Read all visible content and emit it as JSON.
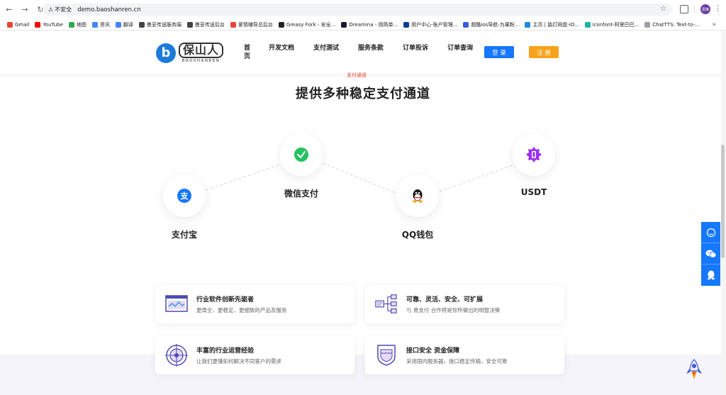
{
  "browser": {
    "security_label": "不安全",
    "url": "demo.baoshanren.cn",
    "profile_label": "思维"
  },
  "bookmarks": [
    {
      "label": "Gmail",
      "color": "#ea4335"
    },
    {
      "label": "YouTube",
      "color": "#ff0000"
    },
    {
      "label": "地图",
      "color": "#34a853"
    },
    {
      "label": "资讯",
      "color": "#4285f4"
    },
    {
      "label": "翻译",
      "color": "#4285f4"
    },
    {
      "label": "曼妥传送服务端",
      "color": "#444444"
    },
    {
      "label": "曼妥传送后台",
      "color": "#444444"
    },
    {
      "label": "爱情辅导总后台",
      "color": "#e8453c"
    },
    {
      "label": "Greasy Fork - 安全...",
      "color": "#222222"
    },
    {
      "label": "Dreamina - 用简单...",
      "color": "#1a1a2e"
    },
    {
      "label": "用户中心-账户管理...",
      "color": "#0b3d91"
    },
    {
      "label": "超酷ios导航-为果粉...",
      "color": "#3b5bdb"
    },
    {
      "label": "主页 | 路灯网盘-iO...",
      "color": "#1e88e5"
    },
    {
      "label": "iconfont-阿里巴巴...",
      "color": "#19b5a5"
    },
    {
      "label": "ChatTTS: Text-to-...",
      "color": "#9aa0a6"
    }
  ],
  "header": {
    "logo_letter": "b",
    "logo_cn": "保山人",
    "logo_en": "BAOSHANREN",
    "nav": [
      "首页",
      "开发文档",
      "支付测试",
      "服务条款",
      "订单投诉",
      "订单查询"
    ],
    "login_label": "登 录",
    "register_label": "注 册"
  },
  "section": {
    "tag": "支付通道",
    "title": "提供多种稳定支付通道"
  },
  "payments": [
    {
      "label": "支付宝",
      "icon": "alipay-icon",
      "color": "#1677ff"
    },
    {
      "label": "微信支付",
      "icon": "wechat-pay-icon",
      "color": "#22c35e"
    },
    {
      "label": "QQ钱包",
      "icon": "qq-wallet-icon",
      "color": "#000000"
    },
    {
      "label": "USDT",
      "icon": "usdt-icon",
      "color": "#9b2cf2"
    }
  ],
  "features": [
    {
      "title": "行业软件创新先驱者",
      "desc": "更周全、更稳定、更细致的产品及服务"
    },
    {
      "title": "可靠、灵活、安全、可扩展",
      "desc": "与 易支付 合作将是你所做出的明智决策"
    },
    {
      "title": "丰富的行业运营经验",
      "desc": "让我们更懂如何解决不同客户的需求"
    },
    {
      "title": "接口安全 资金保障",
      "desc": "采用国内服务器，接口稳定传输，安全可靠"
    }
  ],
  "colors": {
    "primary": "#1677ff",
    "accent": "#f7a21b",
    "feature_icon": "#4b4bb3"
  }
}
